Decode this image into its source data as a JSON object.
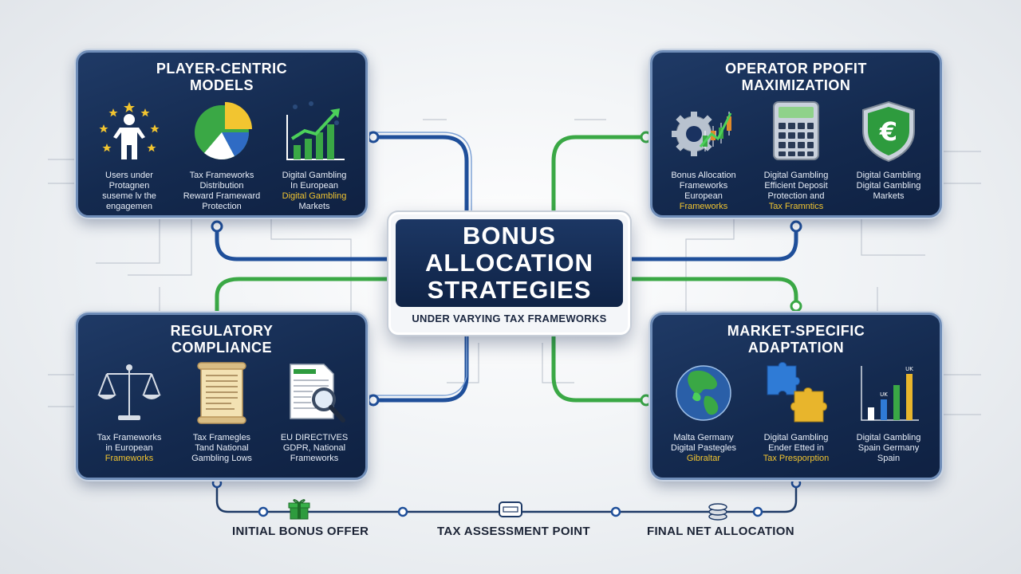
{
  "center": {
    "title_lines": [
      "BONUS",
      "ALLOCATION",
      "STRATEGIES"
    ],
    "subtitle": "UNDER VARYING TAX FRAMEWORKS"
  },
  "panels": [
    {
      "title_lines": [
        "PLAYER-CENTRIC",
        "MODELS"
      ],
      "columns": [
        {
          "icon": "person-stars-icon",
          "caption": [
            "Users under",
            "Protagnen",
            "suseme lv the",
            "engagemen"
          ]
        },
        {
          "icon": "pie-chart-icon",
          "caption": [
            "Tax Frameworks",
            "Distribution",
            "Reward Frameward",
            "Protection"
          ]
        },
        {
          "icon": "growth-chart-icon",
          "caption": [
            "Digital Gambling",
            "In European",
            "Digital Gambling",
            "Markets"
          ],
          "highlight_line": 2
        }
      ]
    },
    {
      "title_lines": [
        "OPERATOR PPOFIT",
        "MAXIMIZATION"
      ],
      "columns": [
        {
          "icon": "gear-candlestick-icon",
          "caption": [
            "Bonus Allocation",
            "Frameworks",
            "European",
            "Frameworks"
          ],
          "highlight_line": 3
        },
        {
          "icon": "calculator-icon",
          "caption": [
            "Digital Gambling",
            "Efficient Deposit",
            "Protection and",
            "Tax Framntics"
          ],
          "highlight_line": 3
        },
        {
          "icon": "euro-shield-icon",
          "caption": [
            "Digital Gambling",
            "Digital Gambling",
            "Markets"
          ]
        }
      ]
    },
    {
      "title_lines": [
        "REGULATORY",
        "COMPLIANCE"
      ],
      "columns": [
        {
          "icon": "scales-icon",
          "caption": [
            "Tax Frameworks",
            "in European",
            "Frameworks"
          ],
          "highlight_line": 2
        },
        {
          "icon": "scroll-icon",
          "caption": [
            "Tax Framegles",
            "Tand National",
            "Gambling Lows"
          ]
        },
        {
          "icon": "document-magnifier-icon",
          "caption": [
            "EU DIRECTIVES",
            "GDPR, National",
            "Frameworks"
          ]
        }
      ]
    },
    {
      "title_lines": [
        "MARKET-SPECIFIC",
        "ADAPTATION"
      ],
      "columns": [
        {
          "icon": "globe-icon",
          "caption": [
            "Malta Germany",
            "Digital Pastegles",
            "Gibraltar"
          ],
          "highlight_line": 2
        },
        {
          "icon": "puzzle-icon",
          "caption": [
            "Digital Gambling",
            "Ender Etted in",
            "Tax Presporption"
          ],
          "highlight_line": 2
        },
        {
          "icon": "market-bars-icon",
          "caption": [
            "Digital Gambling",
            "Spain Germany",
            "Spain"
          ],
          "bar_labels": [
            "UK",
            "UK"
          ]
        }
      ]
    }
  ],
  "timeline": {
    "steps": [
      {
        "label": "INITIAL BONUS OFFER",
        "icon": "gift-icon"
      },
      {
        "label": "TAX ASSESSMENT POINT",
        "icon": "tax-stamp-icon"
      },
      {
        "label": "FINAL NET ALLOCATION",
        "icon": "coin-stack-icon"
      }
    ]
  },
  "colors": {
    "navy": "#142a4f",
    "wire_blue": "#1f4f9a",
    "wire_green": "#3aa845",
    "gold": "#f2c530",
    "accent_green": "#2e9b3e"
  }
}
